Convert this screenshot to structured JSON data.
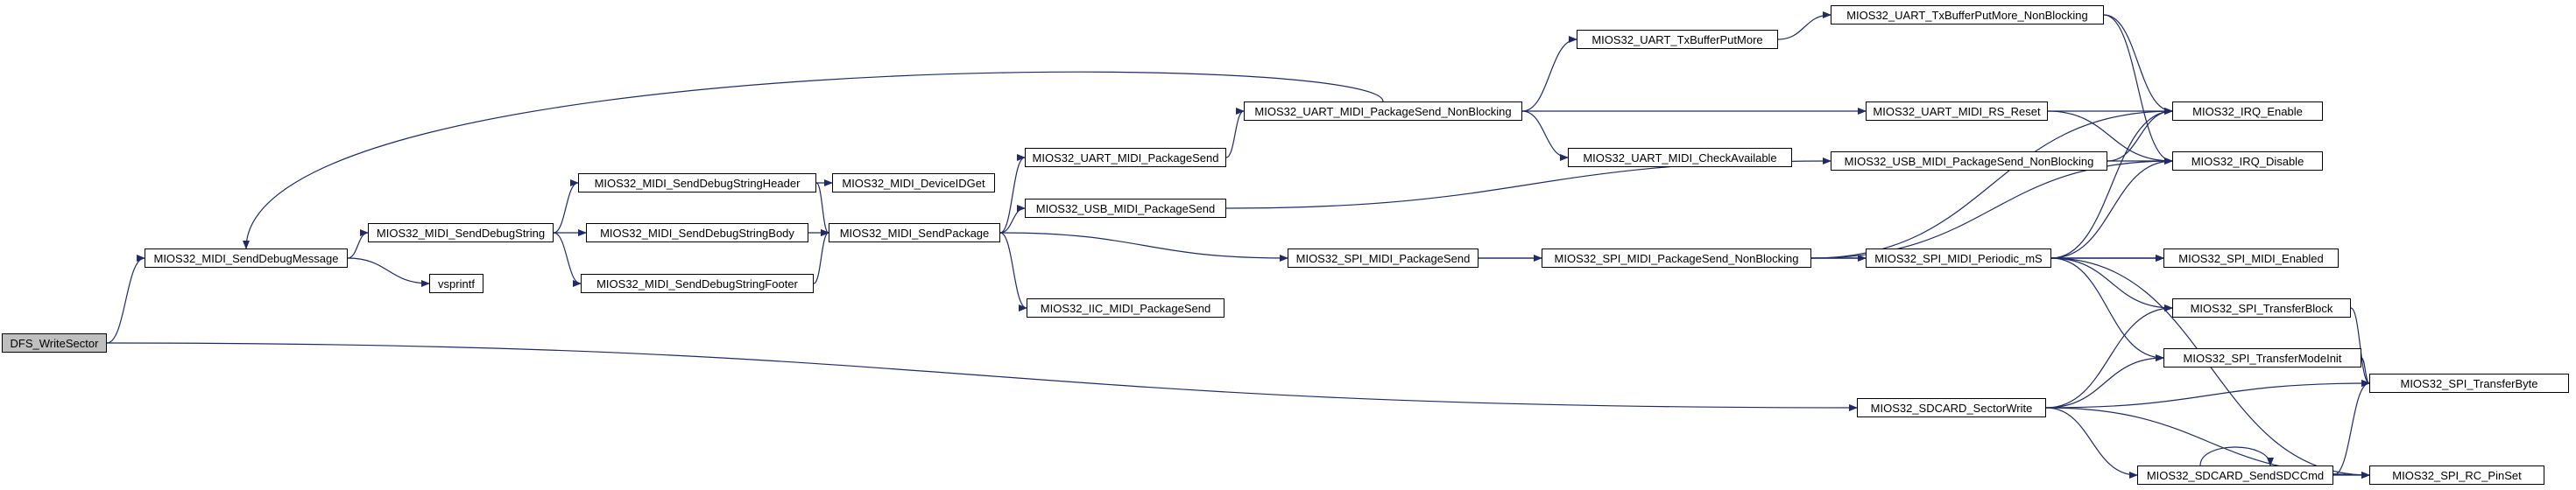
{
  "graph": {
    "nodes": [
      {
        "id": "dfs_writesector",
        "label": "DFS_WriteSector",
        "root": true
      },
      {
        "id": "senddebugmessage",
        "label": "MIOS32_MIDI_SendDebugMessage"
      },
      {
        "id": "senddebugstring",
        "label": "MIOS32_MIDI_SendDebugString"
      },
      {
        "id": "vsprintf",
        "label": "vsprintf"
      },
      {
        "id": "senddebugstringheader",
        "label": "MIOS32_MIDI_SendDebugStringHeader"
      },
      {
        "id": "senddebugstringbody",
        "label": "MIOS32_MIDI_SendDebugStringBody"
      },
      {
        "id": "senddebugstringfooter",
        "label": "MIOS32_MIDI_SendDebugStringFooter"
      },
      {
        "id": "deviceidget",
        "label": "MIOS32_MIDI_DeviceIDGet"
      },
      {
        "id": "sendpackage",
        "label": "MIOS32_MIDI_SendPackage"
      },
      {
        "id": "uart_midi_packagesend",
        "label": "MIOS32_UART_MIDI_PackageSend"
      },
      {
        "id": "usb_midi_packagesend",
        "label": "MIOS32_USB_MIDI_PackageSend"
      },
      {
        "id": "iic_midi_packagesend",
        "label": "MIOS32_IIC_MIDI_PackageSend"
      },
      {
        "id": "spi_midi_packagesend",
        "label": "MIOS32_SPI_MIDI_PackageSend"
      },
      {
        "id": "uart_midi_packagesend_nb",
        "label": "MIOS32_UART_MIDI_PackageSend_NonBlocking"
      },
      {
        "id": "uart_txbufferputmore",
        "label": "MIOS32_UART_TxBufferPutMore"
      },
      {
        "id": "uart_midi_checkavailable",
        "label": "MIOS32_UART_MIDI_CheckAvailable"
      },
      {
        "id": "spi_midi_packagesend_nb",
        "label": "MIOS32_SPI_MIDI_PackageSend_NonBlocking"
      },
      {
        "id": "sdcard_sectorwrite",
        "label": "MIOS32_SDCARD_SectorWrite"
      },
      {
        "id": "uart_txbufferputmore_nb",
        "label": "MIOS32_UART_TxBufferPutMore_NonBlocking"
      },
      {
        "id": "uart_midi_rs_reset",
        "label": "MIOS32_UART_MIDI_RS_Reset"
      },
      {
        "id": "usb_midi_packagesend_nb",
        "label": "MIOS32_USB_MIDI_PackageSend_NonBlocking"
      },
      {
        "id": "spi_midi_periodic_ms",
        "label": "MIOS32_SPI_MIDI_Periodic_mS"
      },
      {
        "id": "sdcard_sendsdccmd",
        "label": "MIOS32_SDCARD_SendSDCCmd"
      },
      {
        "id": "irq_enable",
        "label": "MIOS32_IRQ_Enable"
      },
      {
        "id": "irq_disable",
        "label": "MIOS32_IRQ_Disable"
      },
      {
        "id": "spi_midi_enabled",
        "label": "MIOS32_SPI_MIDI_Enabled"
      },
      {
        "id": "spi_transferblock",
        "label": "MIOS32_SPI_TransferBlock"
      },
      {
        "id": "spi_transfermodeinit",
        "label": "MIOS32_SPI_TransferModeInit"
      },
      {
        "id": "spi_transferbyte",
        "label": "MIOS32_SPI_TransferByte"
      },
      {
        "id": "spi_rc_pinset",
        "label": "MIOS32_SPI_RC_PinSet"
      }
    ],
    "edges": [
      [
        "dfs_writesector",
        "senddebugmessage"
      ],
      [
        "dfs_writesector",
        "sdcard_sectorwrite"
      ],
      [
        "senddebugmessage",
        "senddebugstring"
      ],
      [
        "senddebugmessage",
        "vsprintf"
      ],
      [
        "senddebugstring",
        "senddebugstringheader"
      ],
      [
        "senddebugstring",
        "senddebugstringbody"
      ],
      [
        "senddebugstring",
        "senddebugstringfooter"
      ],
      [
        "senddebugstringheader",
        "deviceidget"
      ],
      [
        "senddebugstringheader",
        "sendpackage"
      ],
      [
        "senddebugstringbody",
        "sendpackage"
      ],
      [
        "senddebugstringfooter",
        "sendpackage"
      ],
      [
        "sendpackage",
        "uart_midi_packagesend"
      ],
      [
        "sendpackage",
        "usb_midi_packagesend"
      ],
      [
        "sendpackage",
        "iic_midi_packagesend"
      ],
      [
        "sendpackage",
        "spi_midi_packagesend"
      ],
      [
        "uart_midi_packagesend",
        "uart_midi_packagesend_nb"
      ],
      [
        "uart_midi_packagesend_nb",
        "senddebugmessage"
      ],
      [
        "uart_midi_packagesend_nb",
        "uart_txbufferputmore"
      ],
      [
        "uart_midi_packagesend_nb",
        "uart_midi_checkavailable"
      ],
      [
        "uart_midi_packagesend_nb",
        "uart_midi_rs_reset"
      ],
      [
        "uart_txbufferputmore",
        "uart_txbufferputmore_nb"
      ],
      [
        "uart_txbufferputmore_nb",
        "irq_enable"
      ],
      [
        "uart_txbufferputmore_nb",
        "irq_disable"
      ],
      [
        "uart_midi_rs_reset",
        "irq_enable"
      ],
      [
        "uart_midi_rs_reset",
        "irq_disable"
      ],
      [
        "usb_midi_packagesend",
        "usb_midi_packagesend_nb"
      ],
      [
        "usb_midi_packagesend_nb",
        "irq_enable"
      ],
      [
        "usb_midi_packagesend_nb",
        "irq_disable"
      ],
      [
        "spi_midi_packagesend",
        "spi_midi_packagesend_nb"
      ],
      [
        "spi_midi_packagesend",
        "spi_midi_enabled"
      ],
      [
        "spi_midi_packagesend_nb",
        "spi_midi_periodic_ms"
      ],
      [
        "spi_midi_packagesend_nb",
        "irq_enable"
      ],
      [
        "spi_midi_packagesend_nb",
        "irq_disable"
      ],
      [
        "spi_midi_packagesend_nb",
        "spi_midi_enabled"
      ],
      [
        "spi_midi_periodic_ms",
        "irq_enable"
      ],
      [
        "spi_midi_periodic_ms",
        "irq_disable"
      ],
      [
        "spi_midi_periodic_ms",
        "spi_midi_enabled"
      ],
      [
        "spi_midi_periodic_ms",
        "spi_transferblock"
      ],
      [
        "spi_midi_periodic_ms",
        "spi_transfermodeinit"
      ],
      [
        "spi_midi_periodic_ms",
        "spi_rc_pinset"
      ],
      [
        "sdcard_sectorwrite",
        "spi_transferblock"
      ],
      [
        "sdcard_sectorwrite",
        "spi_transfermodeinit"
      ],
      [
        "sdcard_sectorwrite",
        "spi_transferbyte"
      ],
      [
        "sdcard_sectorwrite",
        "sdcard_sendsdccmd"
      ],
      [
        "sdcard_sectorwrite",
        "spi_rc_pinset"
      ],
      [
        "sdcard_sendsdccmd",
        "sdcard_sendsdccmd"
      ],
      [
        "sdcard_sendsdccmd",
        "spi_transferbyte"
      ],
      [
        "sdcard_sendsdccmd",
        "spi_rc_pinset"
      ],
      [
        "spi_transferblock",
        "spi_transferbyte"
      ],
      [
        "spi_transfermodeinit",
        "spi_transferbyte"
      ]
    ]
  }
}
